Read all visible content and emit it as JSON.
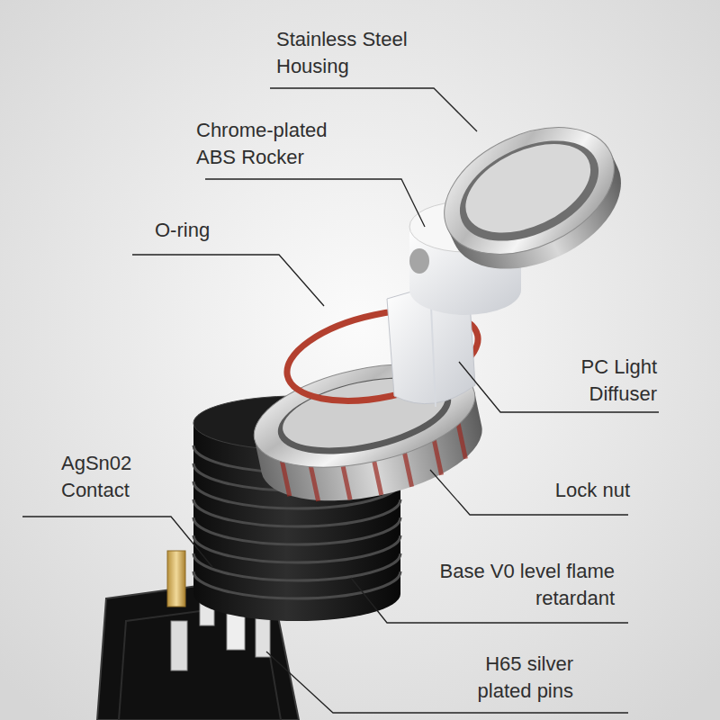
{
  "diagram": {
    "labels": [
      "Stainless Steel Housing",
      "Chrome-plated ABS Rocker",
      "O-ring",
      "PC Light Diffuser",
      "Lock nut",
      "AgSn02 Contact",
      "Base V0 level flame retardant",
      "H65 silver plated pins"
    ]
  }
}
